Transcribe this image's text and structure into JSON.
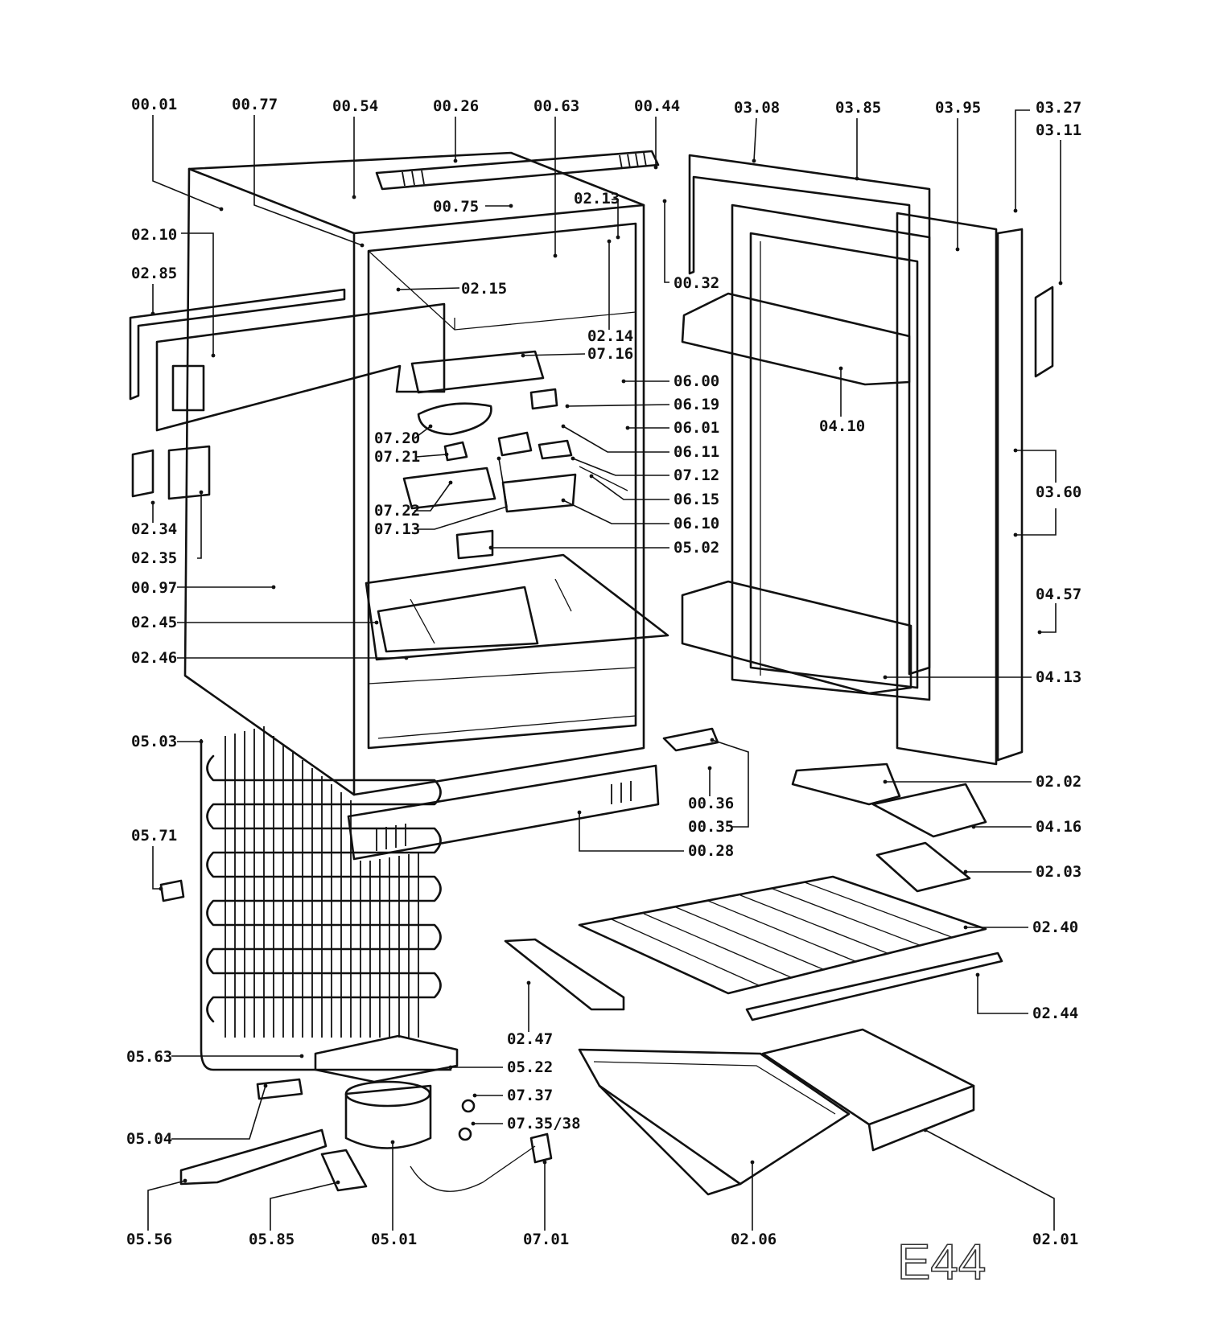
{
  "diagram": {
    "sheet_code": "E44",
    "part_labels": [
      "00.01",
      "00.77",
      "00.54",
      "00.26",
      "00.63",
      "00.44",
      "03.08",
      "03.85",
      "03.95",
      "03.27",
      "03.11",
      "02.10",
      "02.85",
      "00.75",
      "02.13",
      "00.32",
      "02.15",
      "02.14",
      "07.16",
      "06.00",
      "06.19",
      "06.01",
      "06.11",
      "07.12",
      "06.15",
      "06.10",
      "05.02",
      "07.20",
      "07.21",
      "07.22",
      "07.13",
      "04.10",
      "03.60",
      "04.57",
      "04.13",
      "02.34",
      "02.35",
      "00.97",
      "02.45",
      "02.46",
      "05.03",
      "05.71",
      "00.36",
      "00.35",
      "00.28",
      "02.02",
      "04.16",
      "02.03",
      "02.40",
      "02.44",
      "02.47",
      "05.63",
      "05.22",
      "07.37",
      "07.35/38",
      "05.04",
      "05.56",
      "05.85",
      "05.01",
      "07.01",
      "02.06",
      "02.01"
    ]
  }
}
